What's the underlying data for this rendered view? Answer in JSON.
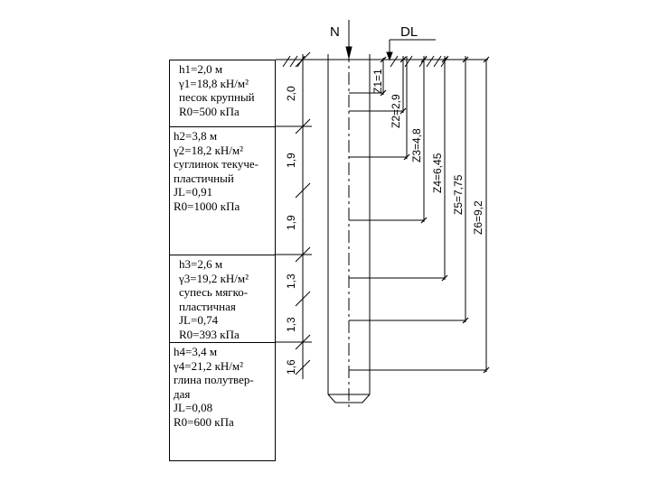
{
  "labels": {
    "load": "N",
    "ground_level": "DL"
  },
  "layers": [
    {
      "lines": [
        "h1=2,0 м",
        "γ1=18,8 кН/м²",
        "песок крупный",
        "R0=500 кПа"
      ]
    },
    {
      "lines": [
        "h2=3,8 м",
        "γ2=18,2 кН/м²",
        "суглинок текуче-",
        "пластичный",
        "JL=0,91",
        "R0=1000 кПа"
      ]
    },
    {
      "lines": [
        "h3=2,6 м",
        "γ3=19,2 кН/м²",
        "супесь мягко-",
        "пластичная",
        "JL=0,74",
        "R0=393 кПа"
      ]
    },
    {
      "lines": [
        "h4=3,4 м",
        "γ4=21,2 кН/м²",
        "глина полутвер-",
        "дая",
        "JL=0,08",
        "R0=600 кПа"
      ]
    }
  ],
  "thickness_dims": [
    "2,0",
    "1,9",
    "1,9",
    "1,3",
    "1,3",
    "1,6"
  ],
  "depth_dims": [
    "Z1=1",
    "Z2=2,9",
    "Z3=4,8",
    "Z4=6,45",
    "Z5=7,75",
    "Z6=9,2"
  ]
}
